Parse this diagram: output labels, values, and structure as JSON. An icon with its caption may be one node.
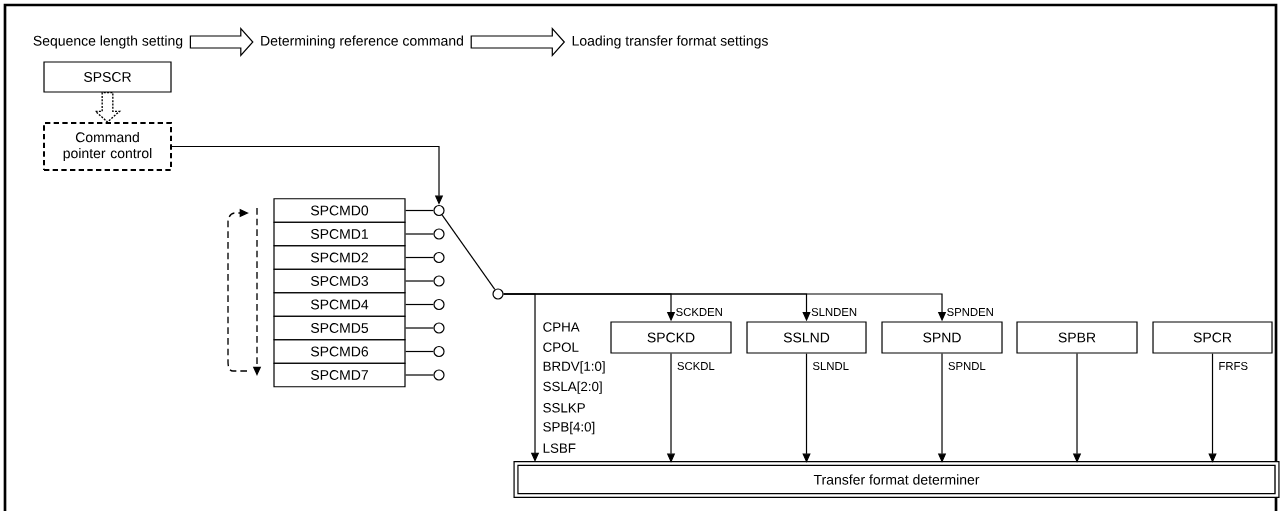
{
  "diagram": {
    "nodes": [
      {
        "text": [
          "Sequence length setting"
        ]
      },
      {
        "text": [
          "Determining reference command"
        ]
      },
      {
        "text": [
          "Loading transfer format settings"
        ]
      },
      {
        "text": [
          "SPSCR"
        ]
      },
      {
        "text": [
          "Command pointer control"
        ]
      },
      {
        "text": [
          "SPCMD0"
        ]
      },
      {
        "text": [
          "SPCMD1"
        ]
      },
      {
        "text": [
          "SPCMD2"
        ]
      },
      {
        "text": [
          "SPCMD3"
        ]
      },
      {
        "text": [
          "SPCMD4"
        ]
      },
      {
        "text": [
          "SPCMD5"
        ]
      },
      {
        "text": [
          "SPCMD6"
        ]
      },
      {
        "text": [
          "SPCMD7"
        ]
      },
      {
        "text": [],
        "shape": "circle"
      },
      {
        "text": [],
        "shape": "circle"
      },
      {
        "text": [],
        "shape": "circle"
      },
      {
        "text": [],
        "shape": "circle"
      },
      {
        "text": [],
        "shape": "circle"
      },
      {
        "text": [],
        "shape": "circle"
      },
      {
        "text": [],
        "shape": "circle"
      },
      {
        "text": [],
        "shape": "circle"
      },
      {
        "text": [],
        "shape": "circle"
      },
      {
        "text": [
          "SPCKD"
        ]
      },
      {
        "text": [
          "SSLND"
        ]
      },
      {
        "text": [
          "SPND"
        ]
      },
      {
        "text": [
          "SPBR"
        ]
      },
      {
        "text": [
          "SPCR"
        ]
      },
      {
        "text": [
          "Transfer format determiner"
        ]
      }
    ],
    "edges": [
      {
        "from": 0,
        "to": 1,
        "arrow": "to",
        "style": "thick"
      },
      {
        "from": 1,
        "to": 2,
        "arrow": "to",
        "style": "thick"
      },
      {
        "from": 3,
        "to": 4,
        "arrow": "to",
        "style": "dashed"
      },
      {
        "from": 4,
        "to": 13,
        "arrow": "to"
      },
      {
        "from": 5,
        "to": 13,
        "arrow": "none"
      },
      {
        "from": 6,
        "to": 14,
        "arrow": "none"
      },
      {
        "from": 7,
        "to": 15,
        "arrow": "none"
      },
      {
        "from": 8,
        "to": 16,
        "arrow": "none"
      },
      {
        "from": 9,
        "to": 17,
        "arrow": "none"
      },
      {
        "from": 10,
        "to": 18,
        "arrow": "none"
      },
      {
        "from": 11,
        "to": 19,
        "arrow": "none"
      },
      {
        "from": 12,
        "to": 20,
        "arrow": "none"
      },
      {
        "from": 13,
        "to": 21,
        "arrow": "none"
      },
      {
        "from": 21,
        "to": 27,
        "arrow": "to"
      },
      {
        "from": 21,
        "to": 22,
        "arrow": "to",
        "label": "SCKDEN"
      },
      {
        "from": 21,
        "to": 23,
        "arrow": "to",
        "label": "SLNDEN"
      },
      {
        "from": 21,
        "to": 24,
        "arrow": "to",
        "label": "SPNDEN"
      },
      {
        "from": 22,
        "to": 27,
        "arrow": "to",
        "label": "SCKDL"
      },
      {
        "from": 23,
        "to": 27,
        "arrow": "to",
        "label": "SLNDL"
      },
      {
        "from": 24,
        "to": 27,
        "arrow": "to",
        "label": "SPNDL"
      },
      {
        "from": 25,
        "to": 27,
        "arrow": "to"
      },
      {
        "from": 26,
        "to": 27,
        "arrow": "to",
        "label": "FRFS"
      }
    ],
    "labels": [
      "CPHA",
      "CPOL",
      "BRDV[1:0]",
      "SSLA[2:0]",
      "SSLKP",
      "SPB[4:0]",
      "LSBF"
    ]
  }
}
